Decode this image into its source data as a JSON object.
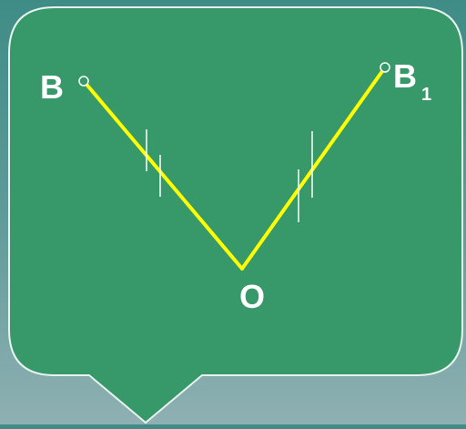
{
  "diagram": {
    "labels": {
      "point_b": "B",
      "point_b1_main": "B",
      "point_b1_sub": "1",
      "point_o": "O"
    },
    "colors": {
      "background_top": "#3f8c86",
      "background_bottom": "#8fb0b2",
      "callout_fill": "#37986a",
      "callout_border": "#e8f3ee",
      "segment": "#ffff00",
      "tick": "#ffffff",
      "point": "#ffffff",
      "label": "#ffffff"
    }
  }
}
